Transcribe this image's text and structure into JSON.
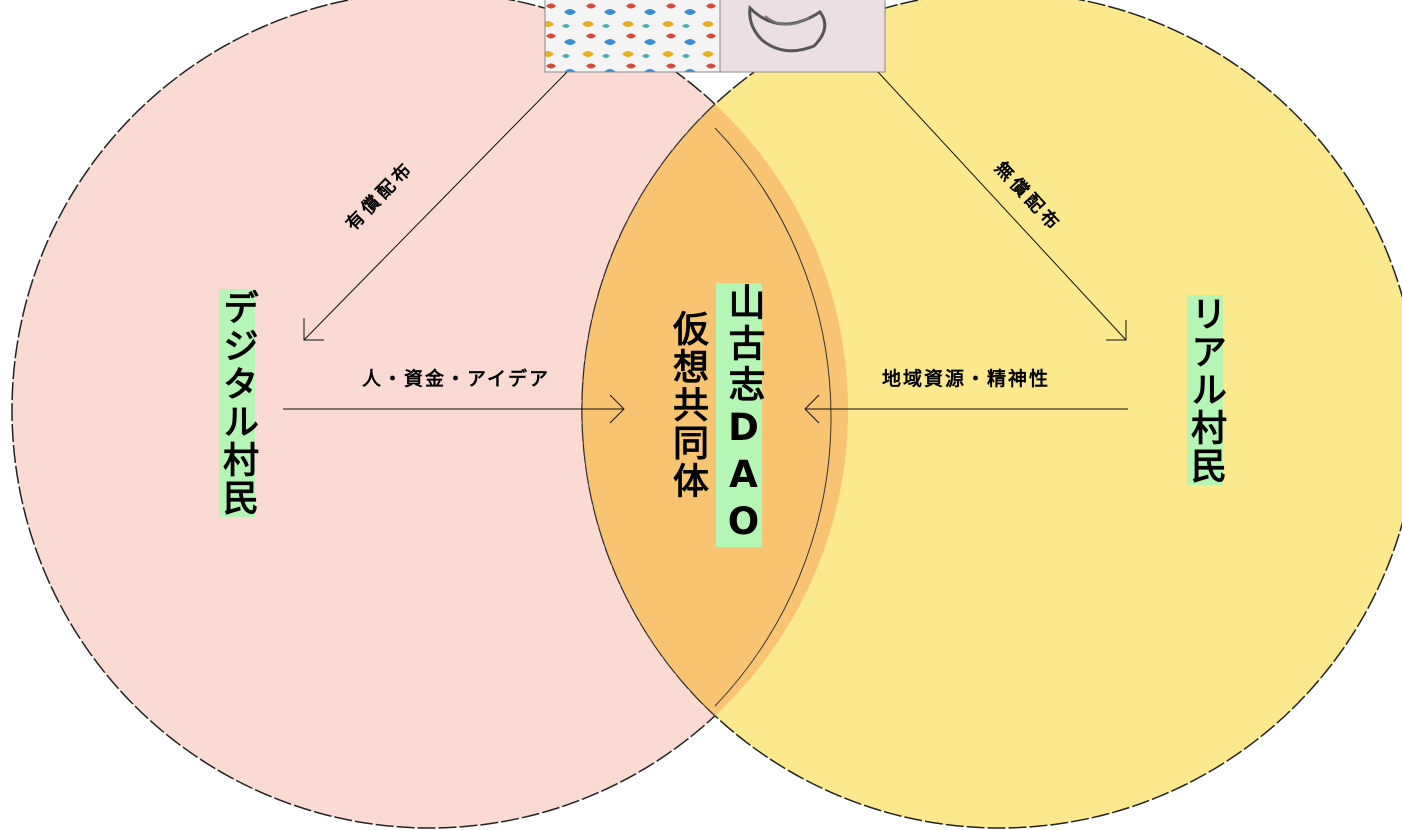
{
  "colors": {
    "left_circle": "#fadad3",
    "right_circle": "#fce98e",
    "intersection": "#f8c472",
    "label_highlight": "#b5f5b5"
  },
  "labels": {
    "digital_villagers": "デジタル村民",
    "real_villagers": "リアル村民",
    "virtual_community": "仮想共同体",
    "yamakoshi_dao": "山古志DAO",
    "paid_distribution": "有償配布",
    "free_distribution": "無償配布",
    "digital_contribution": "人・資金・アイデア",
    "real_contribution": "地域資源・精神性"
  },
  "images": {
    "nft_fish": "colorful-koi-fish-artwork",
    "nft_ink": "ink-koi-artwork"
  }
}
